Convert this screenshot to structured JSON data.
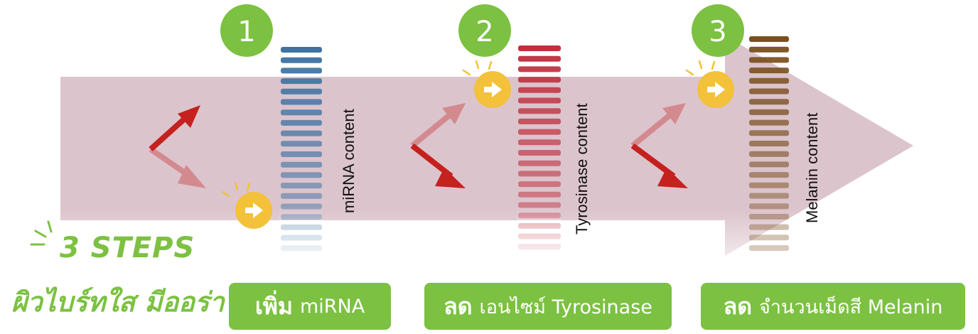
{
  "header": {
    "tag_title": "3 STEPS",
    "tag_subtitle": "ผิวไบร์ทใส มีออร่า"
  },
  "steps": [
    {
      "number": "1",
      "bar_label": "miRNA content",
      "pill_keyword": "เพิ่ม",
      "pill_text": "miRNA",
      "bar_color": "#3f72a1",
      "arrow": "up"
    },
    {
      "number": "2",
      "bar_label": "Tyrosinase content",
      "pill_keyword": "ลด",
      "pill_text": "เอนไซม์ Tyrosinase",
      "bar_color": "#c0303f",
      "arrow": "down"
    },
    {
      "number": "3",
      "bar_label": "Melanin content",
      "pill_keyword": "ลด",
      "pill_text": "จำนวนเม็ดสี Melanin",
      "bar_color": "#7a5020",
      "arrow": "down"
    }
  ],
  "colors": {
    "accent_green": "#7cc142",
    "arrow_band": "#dcc3cc",
    "marker_yellow": "#f3c13a",
    "trend_red": "#c5211f"
  },
  "icons": [
    "play-arrow-icon",
    "sparkle-icon",
    "trend-arrow-icon"
  ]
}
